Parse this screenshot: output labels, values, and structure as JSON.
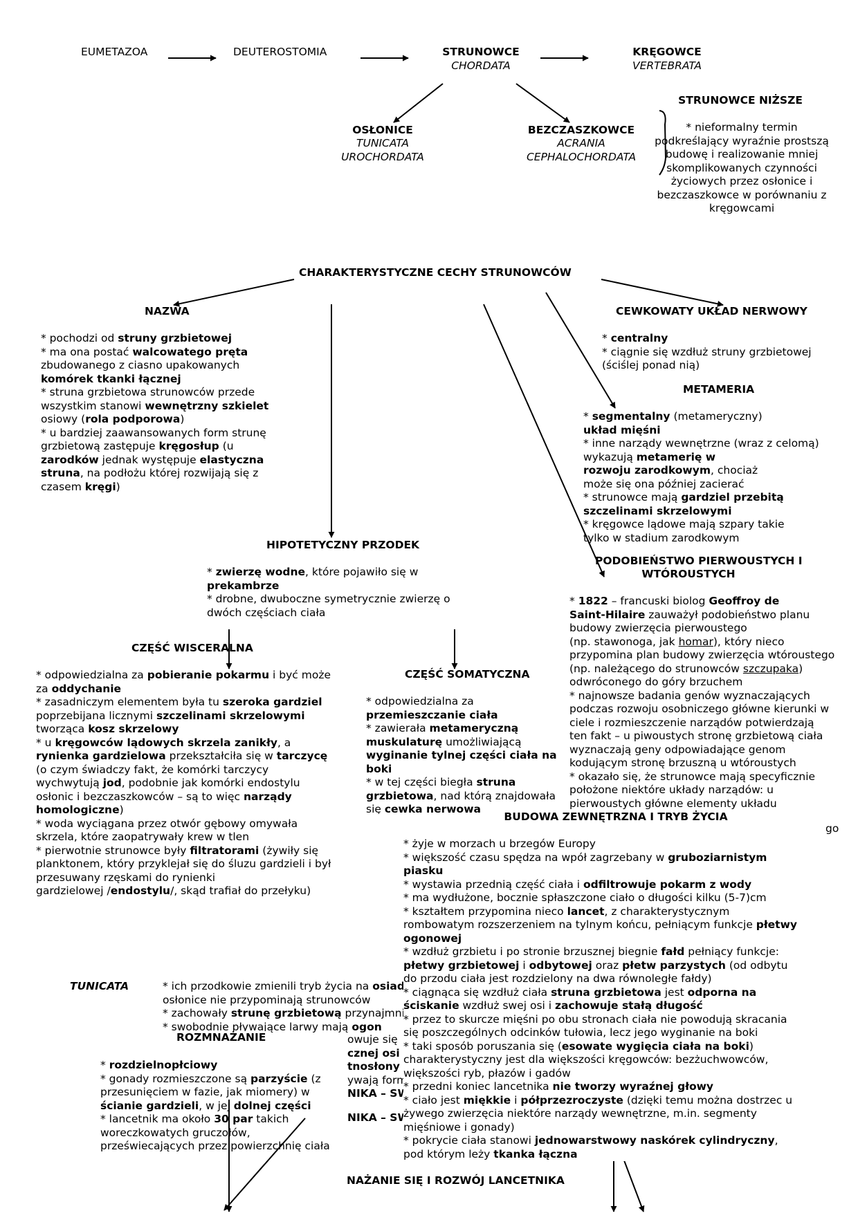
{
  "taxonomy": {
    "eumetazoa": "EUMETAZOA",
    "deuterostomia": "DEUTEROSTOMIA",
    "chordata": {
      "name": "STRUNOWCE",
      "latin": "CHORDATA"
    },
    "vertebrata": {
      "name": "KRĘGOWCE",
      "latin": "VERTEBRATA"
    },
    "tunicata": {
      "name": "OSŁONICE",
      "latin1": "TUNICATA",
      "latin2": "UROCHORDATA"
    },
    "acrania": {
      "name": "BEZCZASZKOWCE",
      "latin1": "ACRANIA",
      "latin2": "CEPHALOCHORDATA"
    }
  },
  "lower_chordates": {
    "heading": "STRUNOWCE NIŻSZE",
    "lines": [
      "* nieformalny termin",
      "podkreślający wyraźnie prostszą",
      "budowę i realizowanie mniej",
      "skomplikowanych czynności",
      "życiowych przez osłonice i",
      "bezczaszkowce w porównaniu z",
      "kręgowcami"
    ]
  },
  "features_heading": "CHARAKTERYSTYCZNE CECHY STRUNOWCÓW",
  "nazwa": {
    "heading": "NAZWA",
    "lines": [
      [
        {
          "t": "* pochodzi od "
        },
        {
          "t": "struny grzbietowej",
          "b": true
        }
      ],
      [
        {
          "t": "* ma ona postać "
        },
        {
          "t": "walcowatego pręta",
          "b": true
        }
      ],
      [
        {
          "t": "zbudowanego z ciasno upakowanych"
        }
      ],
      [
        {
          "t": "komórek tkanki łącznej",
          "b": true
        }
      ],
      [
        {
          "t": "* struna grzbietowa strunowców przede"
        }
      ],
      [
        {
          "t": "wszystkim stanowi "
        },
        {
          "t": "wewnętrzny szkielet",
          "b": true
        }
      ],
      [
        {
          "t": "osiowy ("
        },
        {
          "t": "rola podporowa",
          "b": true
        },
        {
          "t": ")"
        }
      ],
      [
        {
          "t": "* u bardziej zaawansowanych form strunę"
        }
      ],
      [
        {
          "t": "grzbietową zastępuje "
        },
        {
          "t": "kręgosłup",
          "b": true
        },
        {
          "t": " (u"
        }
      ],
      [
        {
          "t": "zarodków",
          "b": true
        },
        {
          "t": " jednak występuje "
        },
        {
          "t": "elastyczna",
          "b": true
        }
      ],
      [
        {
          "t": "struna",
          "b": true
        },
        {
          "t": ", na podłożu której rozwijają się z"
        }
      ],
      [
        {
          "t": "czasem "
        },
        {
          "t": "kręgi",
          "b": true
        },
        {
          "t": ")"
        }
      ]
    ]
  },
  "nervous": {
    "heading": "CEWKOWATY UKŁAD NERWOWY",
    "lines": [
      [
        {
          "t": "* "
        },
        {
          "t": "centralny",
          "b": true
        }
      ],
      [
        {
          "t": "* ciągnie się wzdłuż struny grzbietowej"
        }
      ],
      [
        {
          "t": "(ściślej ponad nią)"
        }
      ]
    ]
  },
  "metameria": {
    "heading": "METAMERIA",
    "lines": [
      [
        {
          "t": "* "
        },
        {
          "t": "segmentalny",
          "b": true
        },
        {
          "t": " (metameryczny)"
        }
      ],
      [
        {
          "t": "układ mięśni",
          "b": true
        }
      ],
      [
        {
          "t": "* inne narządy wewnętrzne (wraz z celomą)"
        }
      ],
      [
        {
          "t": "wykazują "
        },
        {
          "t": "metamerię w",
          "b": true
        }
      ],
      [
        {
          "t": "rozwoju zarodkowym",
          "b": true
        },
        {
          "t": ", chociaż"
        }
      ],
      [
        {
          "t": "może się ona później zacierać"
        }
      ],
      [
        {
          "t": "* strunowce mają "
        },
        {
          "t": "gardziel przebitą",
          "b": true
        }
      ],
      [
        {
          "t": "szczelinami skrzelowymi",
          "b": true
        }
      ],
      [
        {
          "t": "* kręgowce lądowe mają szpary takie"
        }
      ],
      [
        {
          "t": "tylko w stadium zarodkowym"
        }
      ]
    ]
  },
  "ancestor": {
    "heading": "HIPOTETYCZNY PRZODEK",
    "lines": [
      [
        {
          "t": "* "
        },
        {
          "t": "zwierzę wodne",
          "b": true
        },
        {
          "t": ", które pojawiło się w"
        }
      ],
      [
        {
          "t": "prekambrze",
          "b": true
        }
      ],
      [
        {
          "t": "* drobne, dwuboczne symetrycznie zwierzę o"
        }
      ],
      [
        {
          "t": "dwóch częściach ciała"
        }
      ]
    ]
  },
  "similarity": {
    "heading1": "PODOBIEŃSTWO PIERWOUSTYCH I",
    "heading2": "WTÓROUSTYCH",
    "lines": [
      [
        {
          "t": "* "
        },
        {
          "t": "1822",
          "b": true
        },
        {
          "t": " – francuski biolog "
        },
        {
          "t": "Geoffroy de",
          "b": true
        }
      ],
      [
        {
          "t": "Saint-Hilaire",
          "b": true
        },
        {
          "t": " zauważył podobieństwo planu"
        }
      ],
      [
        {
          "t": "budowy zwierzęcia pierwoustego"
        }
      ],
      [
        {
          "t": "(np. stawonoga, jak "
        },
        {
          "t": "homar",
          "u": true
        },
        {
          "t": "), który nieco"
        }
      ],
      [
        {
          "t": "przypomina plan budowy zwierzęcia wtóroustego"
        }
      ],
      [
        {
          "t": "(np. należącego do strunowców "
        },
        {
          "t": "szczupaka",
          "u": true
        },
        {
          "t": ")"
        }
      ],
      [
        {
          "t": "odwróconego do góry brzuchem"
        }
      ],
      [
        {
          "t": "* najnowsze badania genów wyznaczających"
        }
      ],
      [
        {
          "t": "podczas rozwoju osobniczego główne kierunki w"
        }
      ],
      [
        {
          "t": "ciele i rozmieszczenie narządów potwierdzają"
        }
      ],
      [
        {
          "t": "ten fakt – u piwoustych stronę grzbietową ciała"
        }
      ],
      [
        {
          "t": "wyznaczają geny odpowiadające genom"
        }
      ],
      [
        {
          "t": "kodującym stronę brzuszną u wtóroustych"
        }
      ],
      [
        {
          "t": "* okazało się, że strunowce mają specyficznie"
        }
      ],
      [
        {
          "t": "położone niektóre układy narządów: u"
        }
      ],
      [
        {
          "t": "pierwoustych główne elementy układu"
        }
      ]
    ],
    "fragment": "go"
  },
  "visceral": {
    "heading": "CZĘŚĆ WISCERALNA",
    "lines": [
      [
        {
          "t": "* odpowiedzialna za "
        },
        {
          "t": "pobieranie pokarmu",
          "b": true
        },
        {
          "t": " i być może"
        }
      ],
      [
        {
          "t": "za "
        },
        {
          "t": "oddychanie",
          "b": true
        }
      ],
      [
        {
          "t": "* zasadniczym elementem była tu "
        },
        {
          "t": "szeroka gardziel",
          "b": true
        }
      ],
      [
        {
          "t": "poprzebijana licznymi "
        },
        {
          "t": "szczelinami skrzelowymi",
          "b": true
        }
      ],
      [
        {
          "t": "tworząca "
        },
        {
          "t": "kosz skrzelowy",
          "b": true
        }
      ],
      [
        {
          "t": "* u "
        },
        {
          "t": "kręgowców lądowych skrzela zanikły",
          "b": true
        },
        {
          "t": ", a"
        }
      ],
      [
        {
          "t": "rynienka gardzielowa",
          "b": true
        },
        {
          "t": " przekształciła się w "
        },
        {
          "t": "tarczycę",
          "b": true
        }
      ],
      [
        {
          "t": "(o czym świadczy fakt, że komórki tarczycy"
        }
      ],
      [
        {
          "t": "wychwytują "
        },
        {
          "t": "jod",
          "b": true
        },
        {
          "t": ", podobnie jak komórki endostylu"
        }
      ],
      [
        {
          "t": "osłonic i bezczaszkowców – są to więc "
        },
        {
          "t": "narządy",
          "b": true
        }
      ],
      [
        {
          "t": "homologiczne",
          "b": true
        },
        {
          "t": ")"
        }
      ],
      [
        {
          "t": "* woda wyciągana przez otwór gębowy omywała"
        }
      ],
      [
        {
          "t": "skrzela, które zaopatrywały krew w tlen"
        }
      ],
      [
        {
          "t": "* pierwotnie strunowce były "
        },
        {
          "t": "filtratorami",
          "b": true
        },
        {
          "t": " (żywiły się"
        }
      ],
      [
        {
          "t": "planktonem, który przyklejał się do śluzu gardzieli i był"
        }
      ],
      [
        {
          "t": "przesuwany rzęskami do rynienki"
        }
      ],
      [
        {
          "t": "gardzielowej /"
        },
        {
          "t": "endostylu",
          "b": true
        },
        {
          "t": "/, skąd trafiał do przełyku)"
        }
      ]
    ]
  },
  "somatic": {
    "heading": "CZĘŚĆ SOMATYCZNA",
    "lines": [
      [
        {
          "t": "* odpowiedzialna za"
        }
      ],
      [
        {
          "t": "przemieszczanie ciała",
          "b": true
        }
      ],
      [
        {
          "t": "* zawierała "
        },
        {
          "t": "metameryczną",
          "b": true
        }
      ],
      [
        {
          "t": "muskulaturę",
          "b": true
        },
        {
          "t": " umożliwiającą"
        }
      ],
      [
        {
          "t": "wyginanie tylnej części ciała na",
          "b": true
        }
      ],
      [
        {
          "t": "boki",
          "b": true
        }
      ],
      [
        {
          "t": "* w tej części biegła "
        },
        {
          "t": "struna",
          "b": true
        }
      ],
      [
        {
          "t": "grzbietowa",
          "b": true
        },
        {
          "t": ", nad którą znajdowała"
        }
      ],
      [
        {
          "t": "się "
        },
        {
          "t": "cewka nerwowa",
          "b": true
        }
      ]
    ]
  },
  "external": {
    "heading": "BUDOWA ZEWNĘTRZNA I TRYB ŻYCIA",
    "lines": [
      [
        {
          "t": "* żyje w morzach u brzegów Europy"
        }
      ],
      [
        {
          "t": "* większość czasu spędza na wpół zagrzebany w "
        },
        {
          "t": "gruboziarnistym",
          "b": true
        }
      ],
      [
        {
          "t": "piasku",
          "b": true
        }
      ],
      [
        {
          "t": "* wystawia przednią część ciała i "
        },
        {
          "t": "odfiltrowuje pokarm z wody",
          "b": true
        }
      ],
      [
        {
          "t": "* ma wydłużone, bocznie spłaszczone ciało o długości kilku  (5-7)cm"
        }
      ],
      [
        {
          "t": "* kształtem przypomina nieco "
        },
        {
          "t": "lancet",
          "b": true
        },
        {
          "t": ", z charakterystycznym"
        }
      ],
      [
        {
          "t": "rombowatym rozszerzeniem na tylnym końcu, pełniącym funkcje "
        },
        {
          "t": "płetwy",
          "b": true
        }
      ],
      [
        {
          "t": "ogonowej",
          "b": true
        }
      ],
      [
        {
          "t": "* wzdłuż grzbietu i po stronie brzusznej biegnie "
        },
        {
          "t": "fałd",
          "b": true
        },
        {
          "t": " pełniący funkcje:"
        }
      ],
      [
        {
          "t": "płetwy grzbietowej",
          "b": true
        },
        {
          "t": " i "
        },
        {
          "t": "odbytowej",
          "b": true
        },
        {
          "t": " oraz "
        },
        {
          "t": "płetw parzystych",
          "b": true
        },
        {
          "t": " (od odbytu"
        }
      ],
      [
        {
          "t": "do przodu ciała jest rozdzielony na dwa równoległe fałdy)"
        }
      ],
      [
        {
          "t": "* ciągnąca się wzdłuż ciała "
        },
        {
          "t": "struna grzbietowa",
          "b": true
        },
        {
          "t": " jest "
        },
        {
          "t": "odporna na",
          "b": true
        }
      ],
      [
        {
          "t": "ściskanie",
          "b": true
        },
        {
          "t": " wzdłuż swej osi i "
        },
        {
          "t": "zachowuje stałą długość",
          "b": true
        }
      ],
      [
        {
          "t": "* przez to skurcze mięśni po obu stronach ciała nie powodują skracania"
        }
      ],
      [
        {
          "t": "się poszczególnych odcinków tułowia, lecz jego wyginanie na boki"
        }
      ],
      [
        {
          "t": "* taki sposób poruszania się ("
        },
        {
          "t": "esowate wygięcia ciała na boki",
          "b": true
        },
        {
          "t": ")"
        }
      ],
      [
        {
          "t": "charakterystyczny jest dla większości kręgowców: bezżuchwowców,"
        }
      ],
      [
        {
          "t": "większości ryb, płazów i gadów"
        }
      ],
      [
        {
          "t": "* przedni koniec lancetnika "
        },
        {
          "t": "nie tworzy wyraźnej głowy",
          "b": true
        }
      ],
      [
        {
          "t": "* ciało jest "
        },
        {
          "t": "miękkie",
          "b": true
        },
        {
          "t": " i "
        },
        {
          "t": "półprzezroczyste",
          "b": true
        },
        {
          "t": " (dzięki temu można dostrzec u"
        }
      ],
      [
        {
          "t": "żywego zwierzęcia niektóre narządy wewnętrzne, m.in. segmenty"
        }
      ],
      [
        {
          "t": "mięśniowe i gonady)"
        }
      ],
      [
        {
          "t": "* pokrycie ciała stanowi "
        },
        {
          "t": "jednowarstwowy naskórek cylindryczny",
          "b": true
        },
        {
          "t": ","
        }
      ],
      [
        {
          "t": "pod którym leży "
        },
        {
          "t": "tkanka łączna",
          "b": true
        }
      ]
    ]
  },
  "tunicata_label": "TUNICATA",
  "tunicata_text": {
    "lines": [
      [
        {
          "t": "* ich przodkowie zmienili tryb życia na "
        },
        {
          "t": "osiadły",
          "b": true
        }
      ],
      [
        {
          "t": "osłonice nie przypominają strunowców"
        }
      ],
      [
        {
          "t": "* zachowały "
        },
        {
          "t": "strunę grzbietową",
          "b": true
        },
        {
          "t": " przynajmniej"
        }
      ],
      [
        {
          "t": "* swobodnie pływające larwy mają "
        },
        {
          "t": "ogon",
          "b": true
        }
      ]
    ]
  },
  "hidden_fragments": [
    [
      {
        "t": "owuje się"
      }
    ],
    [
      {
        "t": "cznej osi",
        "b": true
      }
    ],
    [
      {
        "t": "tnosłony",
        "b": true
      }
    ],
    [
      {
        "t": "ywają formy"
      }
    ],
    [
      {
        "t": "NIKA – SW",
        "b": true
      }
    ]
  ],
  "reproduction": {
    "heading": "ROZMNAŻANIE",
    "lines": [
      [
        {
          "t": "* "
        },
        {
          "t": "rozdzielnopłciowy",
          "b": true
        }
      ],
      [
        {
          "t": "* gonady rozmieszczone są "
        },
        {
          "t": "parzyście",
          "b": true
        },
        {
          "t": " (z"
        }
      ],
      [
        {
          "t": "przesunięciem w fazie, jak miomery) w"
        }
      ],
      [
        {
          "t": "ścianie gardzieli",
          "b": true
        },
        {
          "t": ", w jej "
        },
        {
          "t": "dolnej części",
          "b": true
        }
      ],
      [
        {
          "t": "* lancetnik ma około "
        },
        {
          "t": "30 par",
          "b": true
        },
        {
          "t": " takich"
        }
      ],
      [
        {
          "t": "woreczkowatych gruczołów,"
        }
      ],
      [
        {
          "t": "przeświecających przez powierzchnię ciała"
        }
      ]
    ]
  },
  "development_heading": "NAŻANIE SIĘ I ROZWÓJ LANCETNIKA"
}
